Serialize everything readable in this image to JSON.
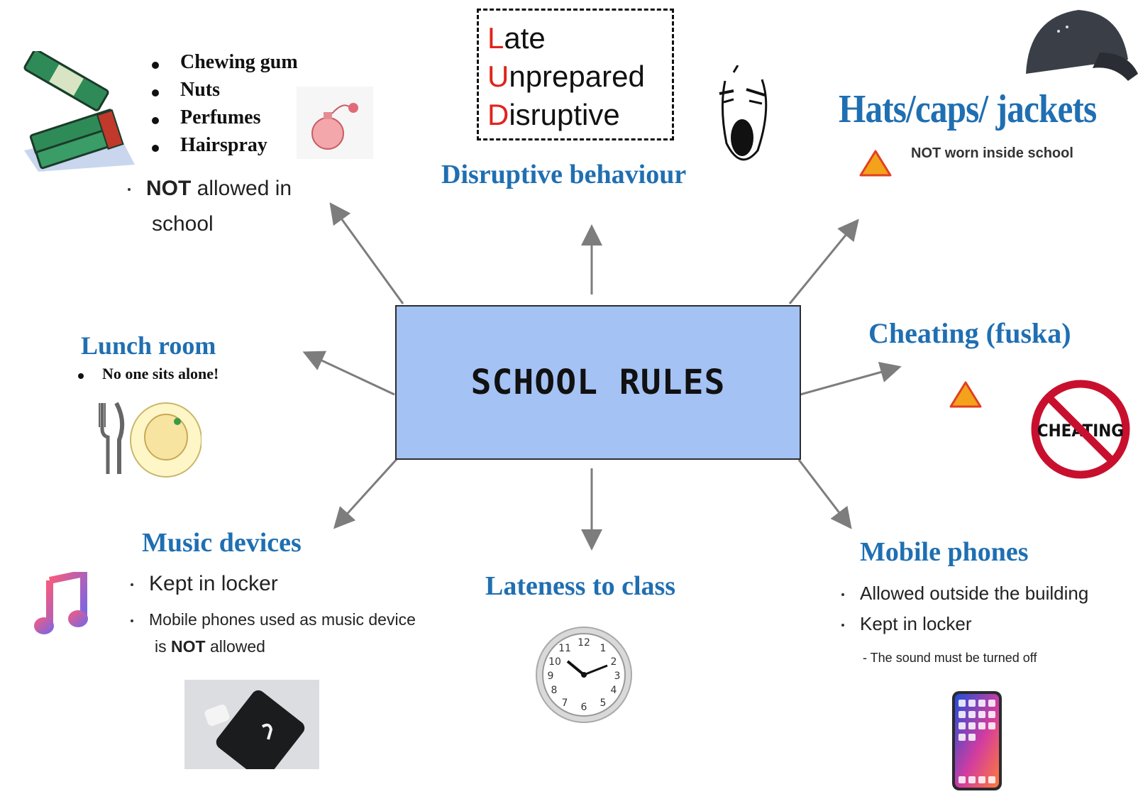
{
  "center": {
    "title": "SCHOOL RULES"
  },
  "banned_items": {
    "items": [
      "Chewing gum",
      "Nuts",
      "Perfumes",
      "Hairspray"
    ],
    "note_bold": "NOT",
    "note_rest_line1": " allowed in",
    "note_line2": "school"
  },
  "luds": {
    "lines": [
      {
        "first": "L",
        "rest": "ate"
      },
      {
        "first": "U",
        "rest": "nprepared"
      },
      {
        "first": "D",
        "rest": "isruptive"
      }
    ]
  },
  "disruptive": {
    "heading": "Disruptive behaviour"
  },
  "hats": {
    "heading": "Hats/caps/ jackets",
    "note": "NOT worn inside school"
  },
  "lunch": {
    "heading": "Lunch room",
    "bullet": "No one sits alone!"
  },
  "cheating": {
    "heading": "Cheating (fuska)",
    "sign_text": "CHEATING"
  },
  "music": {
    "heading": "Music devices",
    "bullet1": "Kept in locker",
    "bullet2_line1": "Mobile phones used as music device",
    "bullet2_line2_pre": "is ",
    "bullet2_line2_bold": "NOT",
    "bullet2_line2_post": " allowed"
  },
  "lateness": {
    "heading": "Lateness to class"
  },
  "mobile": {
    "heading": "Mobile phones",
    "bullet1": "Allowed outside the building",
    "bullet2": "Kept in locker",
    "note": "- The sound must be turned off"
  },
  "colors": {
    "heading": "#1f6fb2",
    "center_fill": "#a4c2f4",
    "warning": "#f4a21c",
    "no_sign": "#c8102e",
    "arrow": "#7d7d7d"
  },
  "icons": [
    "gum-icon",
    "perfume-icon",
    "screaming-face-icon",
    "cap-icon",
    "warning-icon",
    "cutlery-plate-icon",
    "no-cheating-icon",
    "music-note-icon",
    "airpods-phone-icon",
    "clock-icon",
    "smartphone-icon"
  ]
}
